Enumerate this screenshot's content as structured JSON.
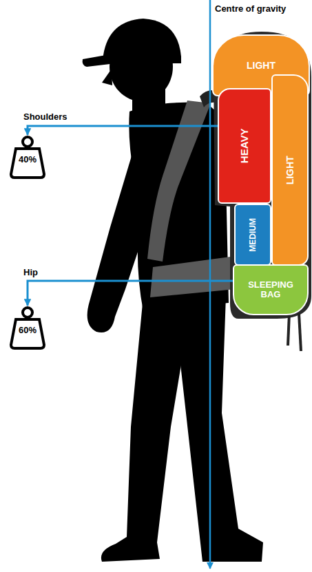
{
  "diagram": {
    "nodes": [
      {
        "text": [
          "LIGHT"
        ]
      },
      {
        "text": [
          "HEAVY"
        ]
      },
      {
        "text": [
          "LIGHT"
        ]
      },
      {
        "text": [
          "MEDIUM"
        ]
      },
      {
        "text": [
          "SLEEPING BAG"
        ]
      },
      {
        "text": [
          "40%"
        ]
      },
      {
        "text": [
          "60%"
        ]
      }
    ],
    "edges": [
      {
        "from": 1,
        "to": 5,
        "label": "Shoulders",
        "arrow": "to"
      },
      {
        "from": 4,
        "to": 6,
        "label": "Hip",
        "arrow": "to"
      }
    ],
    "labels": [
      "Centre of gravity"
    ]
  }
}
